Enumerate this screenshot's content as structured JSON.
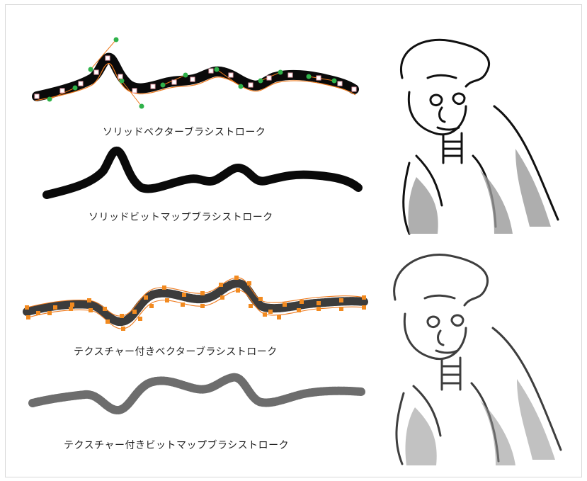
{
  "captions": {
    "solid_vector": "ソリッドベクターブラシストローク",
    "solid_bitmap": "ソリッドビットマップブラシストローク",
    "textured_vector": "テクスチャー付きベクターブラシストローク",
    "textured_bitmap": "テクスチャー付きビットマップブラシストローク"
  },
  "colors": {
    "stroke_black": "#0a0a0a",
    "outline_orange": "#ee7a1e",
    "handle_green": "#2fb24a",
    "point_pink": "#f3a9b5",
    "point_orange": "#f28a1f",
    "texture_gray": "#3c3c3c",
    "shade_gray": "#9b9b9b",
    "frame_border": "#d9d9d9"
  },
  "illustrations": {
    "top_character": "character-solid-ink",
    "bottom_character": "character-textured-ink"
  }
}
